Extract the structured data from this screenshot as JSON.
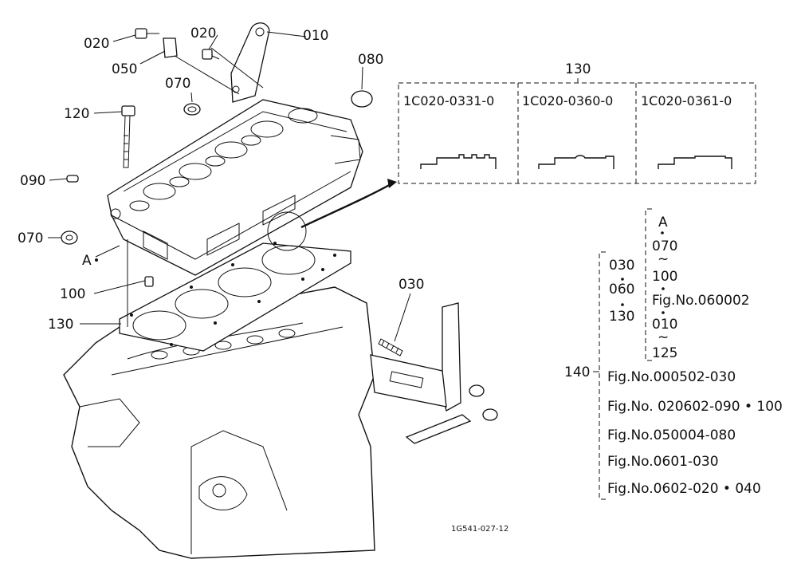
{
  "callouts": {
    "c020a": "020",
    "c050": "050",
    "c020b": "020",
    "c010": "010",
    "c080": "080",
    "c070a": "070",
    "c120": "120",
    "c090": "090",
    "c070b": "070",
    "cA": "A",
    "c100": "100",
    "c130": "130",
    "c030": "030"
  },
  "gasket_variants": {
    "ref": "130",
    "parts": [
      "1C020-0331-0",
      "1C020-0360-0",
      "1C020-0361-0"
    ]
  },
  "refs": {
    "group140": "140",
    "left_col": [
      "030",
      "060",
      "130"
    ],
    "right_col": [
      "A",
      "070",
      "100",
      "Fig.No.060002",
      "010",
      "125"
    ],
    "fig_lines": [
      "Fig.No.000502-030",
      "Fig.No. 020602-090 • 100",
      "Fig.No.050004-080",
      "Fig.No.0601-030",
      "Fig.No.0602-020 • 040"
    ]
  },
  "footer_code": "1G541-027-12"
}
